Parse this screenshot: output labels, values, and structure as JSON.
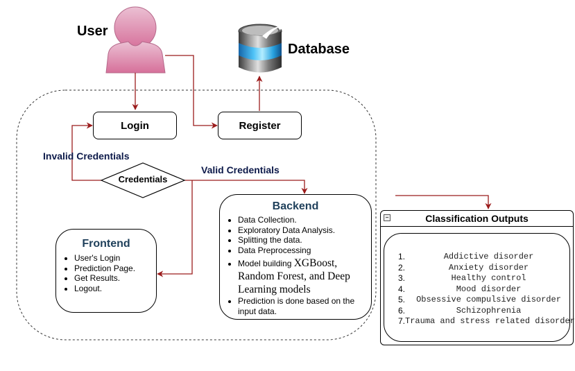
{
  "diagram": {
    "actors": {
      "user_label": "User",
      "database_label": "Database"
    },
    "nodes": {
      "login": "Login",
      "register": "Register",
      "credentials": "Credentials"
    },
    "edge_labels": {
      "invalid": "Invalid Credentials",
      "valid": "Valid Credentials"
    },
    "frontend": {
      "title": "Frontend",
      "items": [
        "User's Login",
        "Prediction Page.",
        "Get Results.",
        "Logout."
      ]
    },
    "backend": {
      "title": "Backend",
      "items": [
        "Data Collection.",
        "Exploratory Data Analysis.",
        "Splitting the data.",
        "Data Preprocessing"
      ],
      "model_item_prefix": "Model building ",
      "model_item_serif": "XGBoost, Random Forest, and Deep Learning models",
      "prediction_item": "Prediction is done based on the input data."
    },
    "outputs": {
      "title": "Classification Outputs",
      "collapse_symbol": "−",
      "items": [
        {
          "num": "1.",
          "text": "Addictive disorder"
        },
        {
          "num": "2.",
          "text": "Anxiety disorder"
        },
        {
          "num": "3.",
          "text": "Healthy control"
        },
        {
          "num": "4.",
          "text": "Mood disorder"
        },
        {
          "num": "5.",
          "text": "Obsessive compulsive disorder"
        },
        {
          "num": "6.",
          "text": "Schizophrenia"
        },
        {
          "num": "7.",
          "text": "Trauma and stress related disorder"
        }
      ]
    },
    "colors": {
      "connector": "#9b1c1c",
      "user_fill_top": "#ebc0d3",
      "user_fill_bottom": "#d6709a",
      "label_navy": "#0d1a4a",
      "card_title": "#1e3f5a"
    }
  }
}
